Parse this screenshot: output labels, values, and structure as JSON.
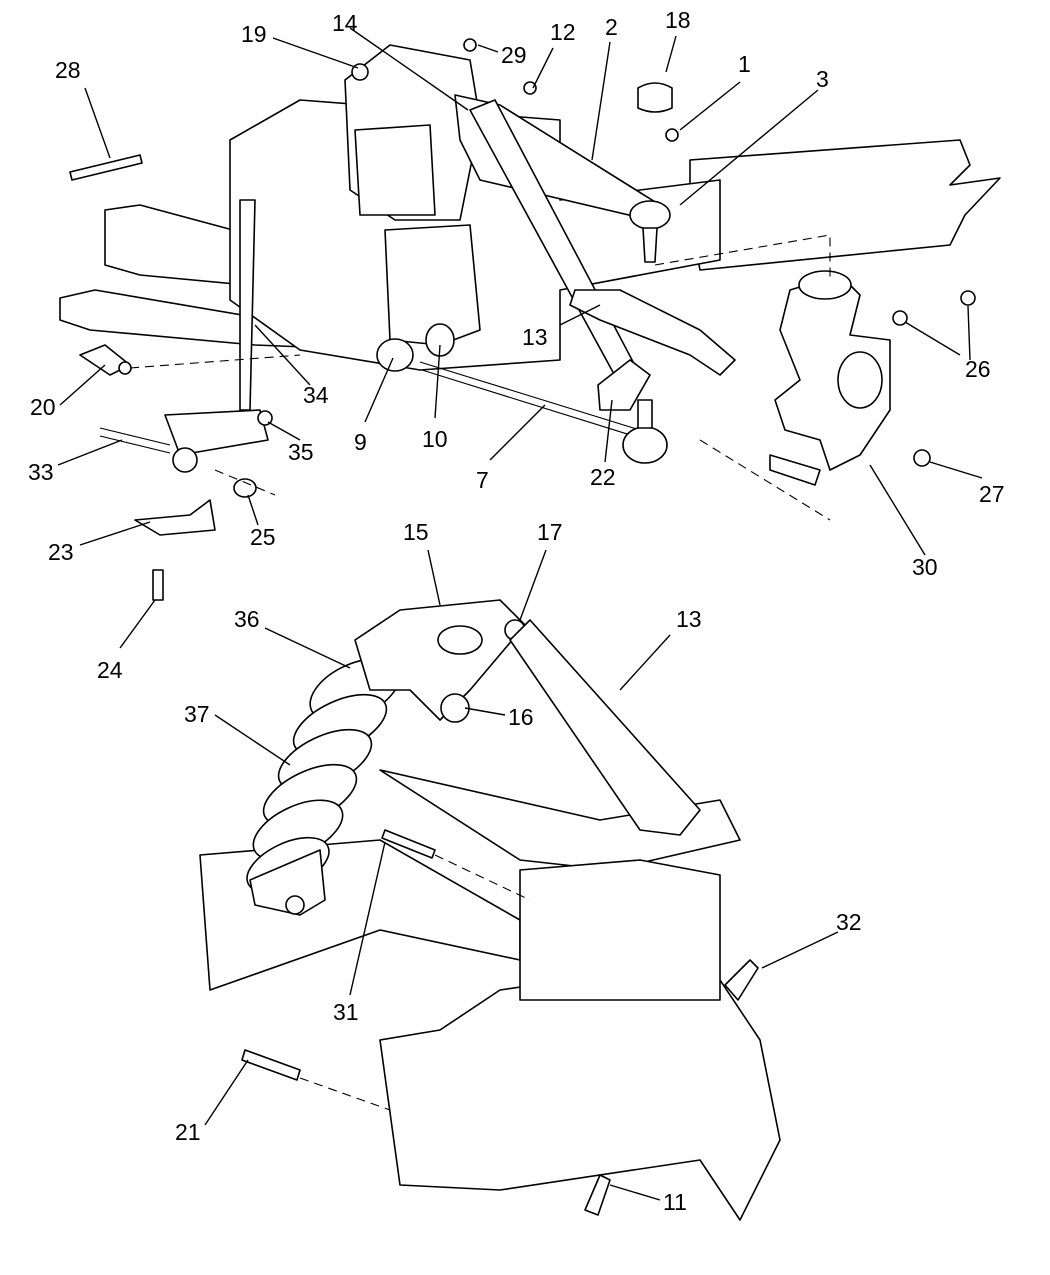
{
  "callouts": [
    {
      "id": "1",
      "text": "1"
    },
    {
      "id": "2",
      "text": "2"
    },
    {
      "id": "3",
      "text": "3"
    },
    {
      "id": "7",
      "text": "7"
    },
    {
      "id": "9",
      "text": "9"
    },
    {
      "id": "10",
      "text": "10"
    },
    {
      "id": "11",
      "text": "11"
    },
    {
      "id": "12",
      "text": "12"
    },
    {
      "id": "13a",
      "text": "13"
    },
    {
      "id": "13b",
      "text": "13"
    },
    {
      "id": "14",
      "text": "14"
    },
    {
      "id": "15",
      "text": "15"
    },
    {
      "id": "16",
      "text": "16"
    },
    {
      "id": "17",
      "text": "17"
    },
    {
      "id": "18",
      "text": "18"
    },
    {
      "id": "19",
      "text": "19"
    },
    {
      "id": "20",
      "text": "20"
    },
    {
      "id": "21",
      "text": "21"
    },
    {
      "id": "22",
      "text": "22"
    },
    {
      "id": "23",
      "text": "23"
    },
    {
      "id": "24",
      "text": "24"
    },
    {
      "id": "25",
      "text": "25"
    },
    {
      "id": "26",
      "text": "26"
    },
    {
      "id": "27",
      "text": "27"
    },
    {
      "id": "28",
      "text": "28"
    },
    {
      "id": "29",
      "text": "29"
    },
    {
      "id": "30",
      "text": "30"
    },
    {
      "id": "31",
      "text": "31"
    },
    {
      "id": "32",
      "text": "32"
    },
    {
      "id": "33",
      "text": "33"
    },
    {
      "id": "34",
      "text": "34"
    },
    {
      "id": "35",
      "text": "35"
    },
    {
      "id": "36",
      "text": "36"
    },
    {
      "id": "37",
      "text": "37"
    }
  ]
}
